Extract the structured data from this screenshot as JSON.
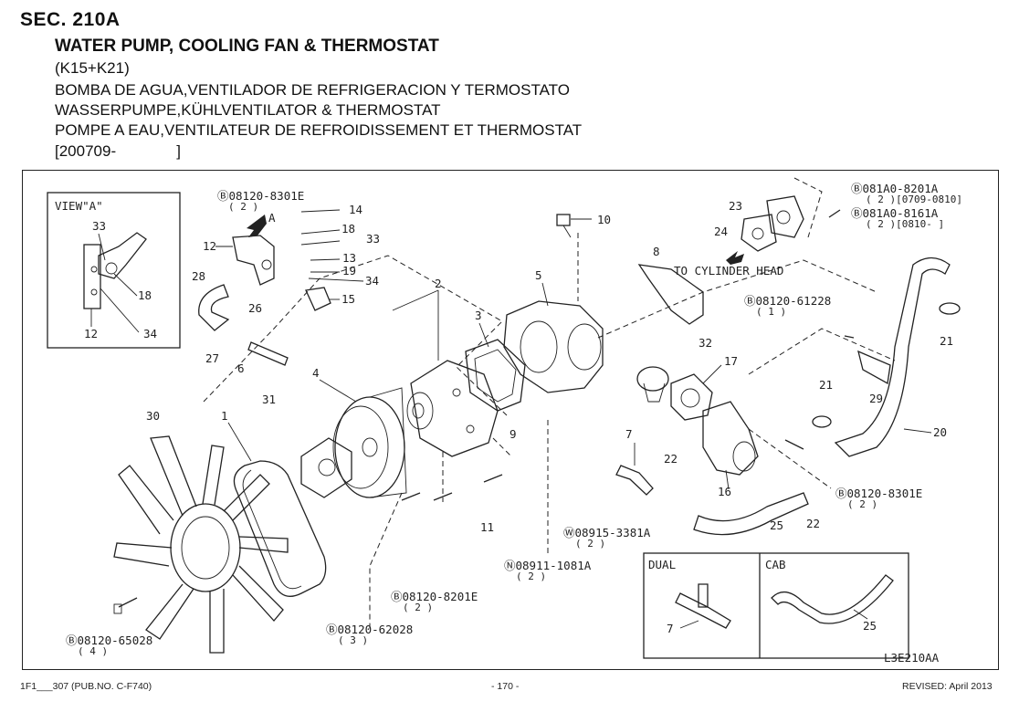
{
  "header": {
    "section": "SEC. 210A",
    "title": "WATER PUMP, COOLING FAN & THERMOSTAT",
    "models": "(K15+K21)",
    "title_es": "BOMBA DE AGUA,VENTILADOR DE REFRIGERACION Y TERMOSTATO",
    "title_de": "WASSERPUMPE,KÜHLVENTILATOR & THERMOSTAT",
    "title_fr": "POMPE A EAU,VENTILATEUR DE REFROIDISSEMENT ET THERMOSTAT",
    "date_range": "[200709-              ]"
  },
  "diagram": {
    "view_a_title": "VIEW\"A\"",
    "view_a_labels": [
      "33",
      "18",
      "12",
      "34"
    ],
    "arrow_a": "A",
    "to_cylinder_head": "TO CYLINDER HEAD",
    "dual_label": "DUAL",
    "cab_label": "CAB",
    "diagram_code": "L3E210AA",
    "part_numbers": [
      "1",
      "2",
      "3",
      "4",
      "5",
      "6",
      "7",
      "8",
      "9",
      "10",
      "11",
      "12",
      "13",
      "14",
      "15",
      "16",
      "17",
      "18",
      "19",
      "20",
      "21",
      "21",
      "22",
      "22",
      "23",
      "24",
      "25",
      "26",
      "27",
      "28",
      "29",
      "30",
      "31",
      "32",
      "33",
      "34",
      "7",
      "25"
    ],
    "refs": [
      {
        "code": "Ⓑ08120-8301E",
        "qty": "( 2 )"
      },
      {
        "code": "Ⓑ081A0-8201A",
        "qty": "( 2 )[0709-0810]"
      },
      {
        "code": "Ⓑ081A0-8161A",
        "qty": "( 2 )[0810-    ]"
      },
      {
        "code": "Ⓑ08120-61228",
        "qty": "( 1 )"
      },
      {
        "code": "Ⓑ08120-8301E",
        "qty": "( 2 )"
      },
      {
        "code": "Ⓦ08915-3381A",
        "qty": "( 2 )"
      },
      {
        "code": "Ⓝ08911-1081A",
        "qty": "( 2 )"
      },
      {
        "code": "Ⓑ08120-8201E",
        "qty": "( 2 )"
      },
      {
        "code": "Ⓑ08120-62028",
        "qty": "( 3 )"
      },
      {
        "code": "Ⓑ08120-65028",
        "qty": "( 4 )"
      }
    ]
  },
  "footer": {
    "left": "1F1___307 (PUB.NO. C-F740)",
    "center": "- 170 -",
    "right": "REVISED: April 2013"
  }
}
